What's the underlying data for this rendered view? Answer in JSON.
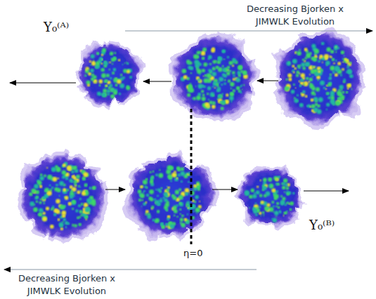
{
  "diagram": {
    "labels": [
      "Decreasing Bjorken x JIMWLK Evolution",
      "Y₀⁽ᴬ⁾",
      "Decreasing Bjorken x JIMWLK Evolution",
      "Y₀⁽ᴮ⁾",
      "η=0"
    ]
  }
}
